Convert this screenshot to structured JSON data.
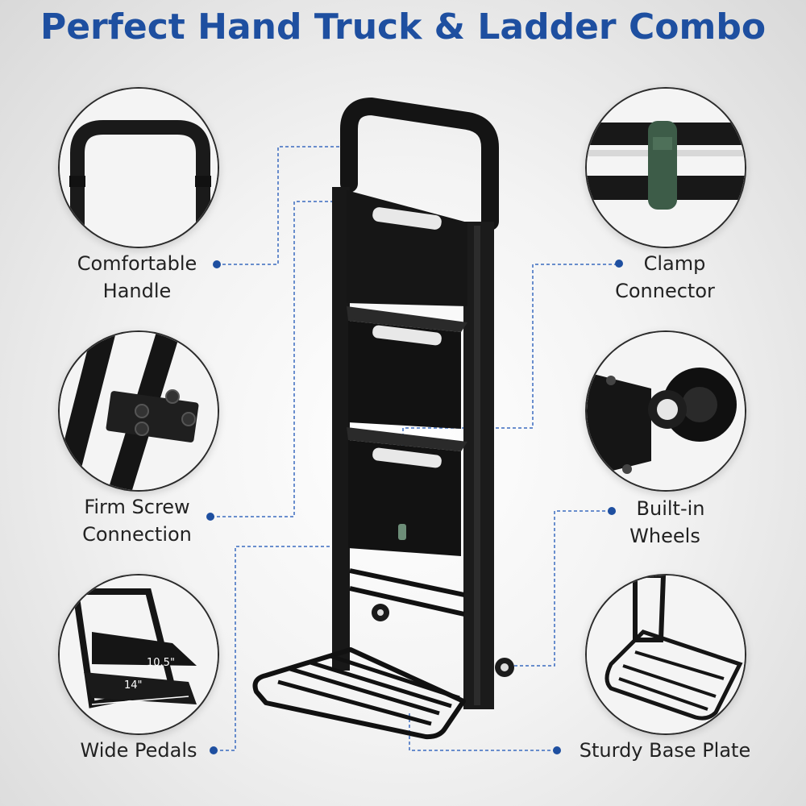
{
  "title": "Perfect Hand Truck & Ladder Combo",
  "features": {
    "handle": {
      "line1": "Comfortable",
      "line2": "Handle"
    },
    "screw": {
      "line1": "Firm Screw",
      "line2": "Connection"
    },
    "pedals": {
      "label": "Wide Pedals",
      "dim_depth": "10.5\"",
      "dim_width": "14\""
    },
    "clamp": {
      "line1": "Clamp",
      "line2": "Connector"
    },
    "wheels": {
      "line1": "Built-in",
      "line2": "Wheels"
    },
    "base": {
      "label": "Sturdy Base Plate"
    }
  },
  "colors": {
    "title": "#1e4fa0",
    "accent_dot": "#1e4fa0",
    "metal": "#1a1a1a",
    "clamp": "#3d5c48"
  }
}
